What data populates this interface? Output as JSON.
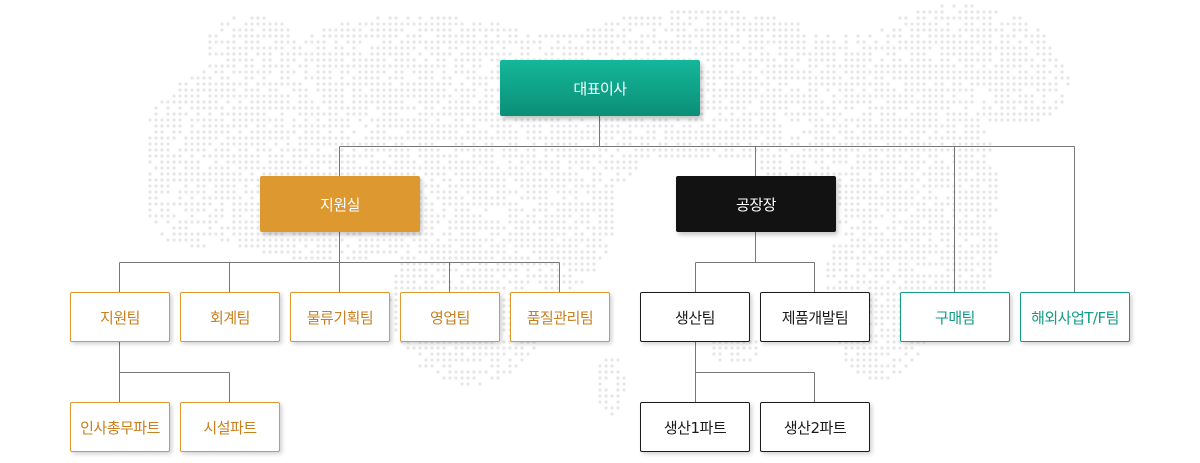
{
  "colors": {
    "teal": "#0fa88c",
    "gold": "#dd9830",
    "black": "#121212",
    "line": "#777777",
    "map_dot": "#e6e6e6"
  },
  "org": {
    "ceo": "대표이사",
    "support_office": {
      "label": "지원실",
      "teams": [
        "지원팀",
        "회계팀",
        "물류기획팀",
        "영업팀",
        "품질관리팀"
      ],
      "support_team_parts": [
        "인사총무파트",
        "시설파트"
      ]
    },
    "factory": {
      "label": "공장장",
      "teams": [
        "생산팀",
        "제품개발팀"
      ],
      "production_parts": [
        "생산1파트",
        "생산2파트"
      ]
    },
    "independent_teams": [
      "구매팀",
      "해외사업T/F팀"
    ]
  }
}
